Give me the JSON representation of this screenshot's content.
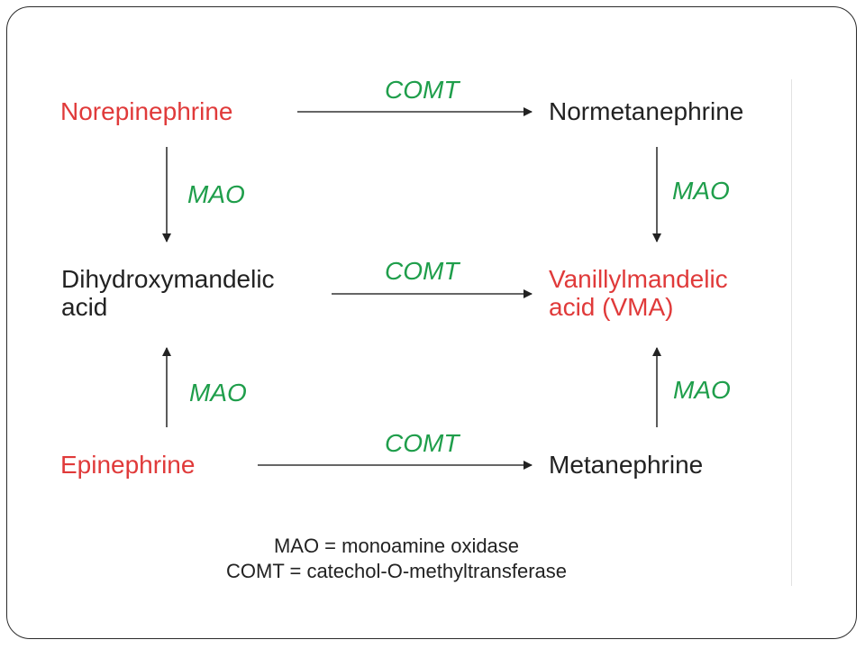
{
  "compounds": {
    "norepinephrine": "Norepinephrine",
    "normetanephrine": "Normetanephrine",
    "dihydroxymandelic_acid": "Dihydroxymandelic\nacid",
    "vanillylmandelic_acid": "Vanillylmandelic\nacid (VMA)",
    "epinephrine": "Epinephrine",
    "metanephrine": "Metanephrine"
  },
  "enzymes": {
    "comt_top": "COMT",
    "comt_middle": "COMT",
    "comt_bottom": "COMT",
    "mao_left_top": "MAO",
    "mao_right_top": "MAO",
    "mao_left_bottom": "MAO",
    "mao_right_bottom": "MAO"
  },
  "legend": {
    "mao": "MAO = monoamine oxidase",
    "comt": "COMT = catechol-O-methyltransferase"
  },
  "colors": {
    "highlight_compound": "#e03a3a",
    "enzyme": "#1f9e4b",
    "text": "#222222"
  }
}
